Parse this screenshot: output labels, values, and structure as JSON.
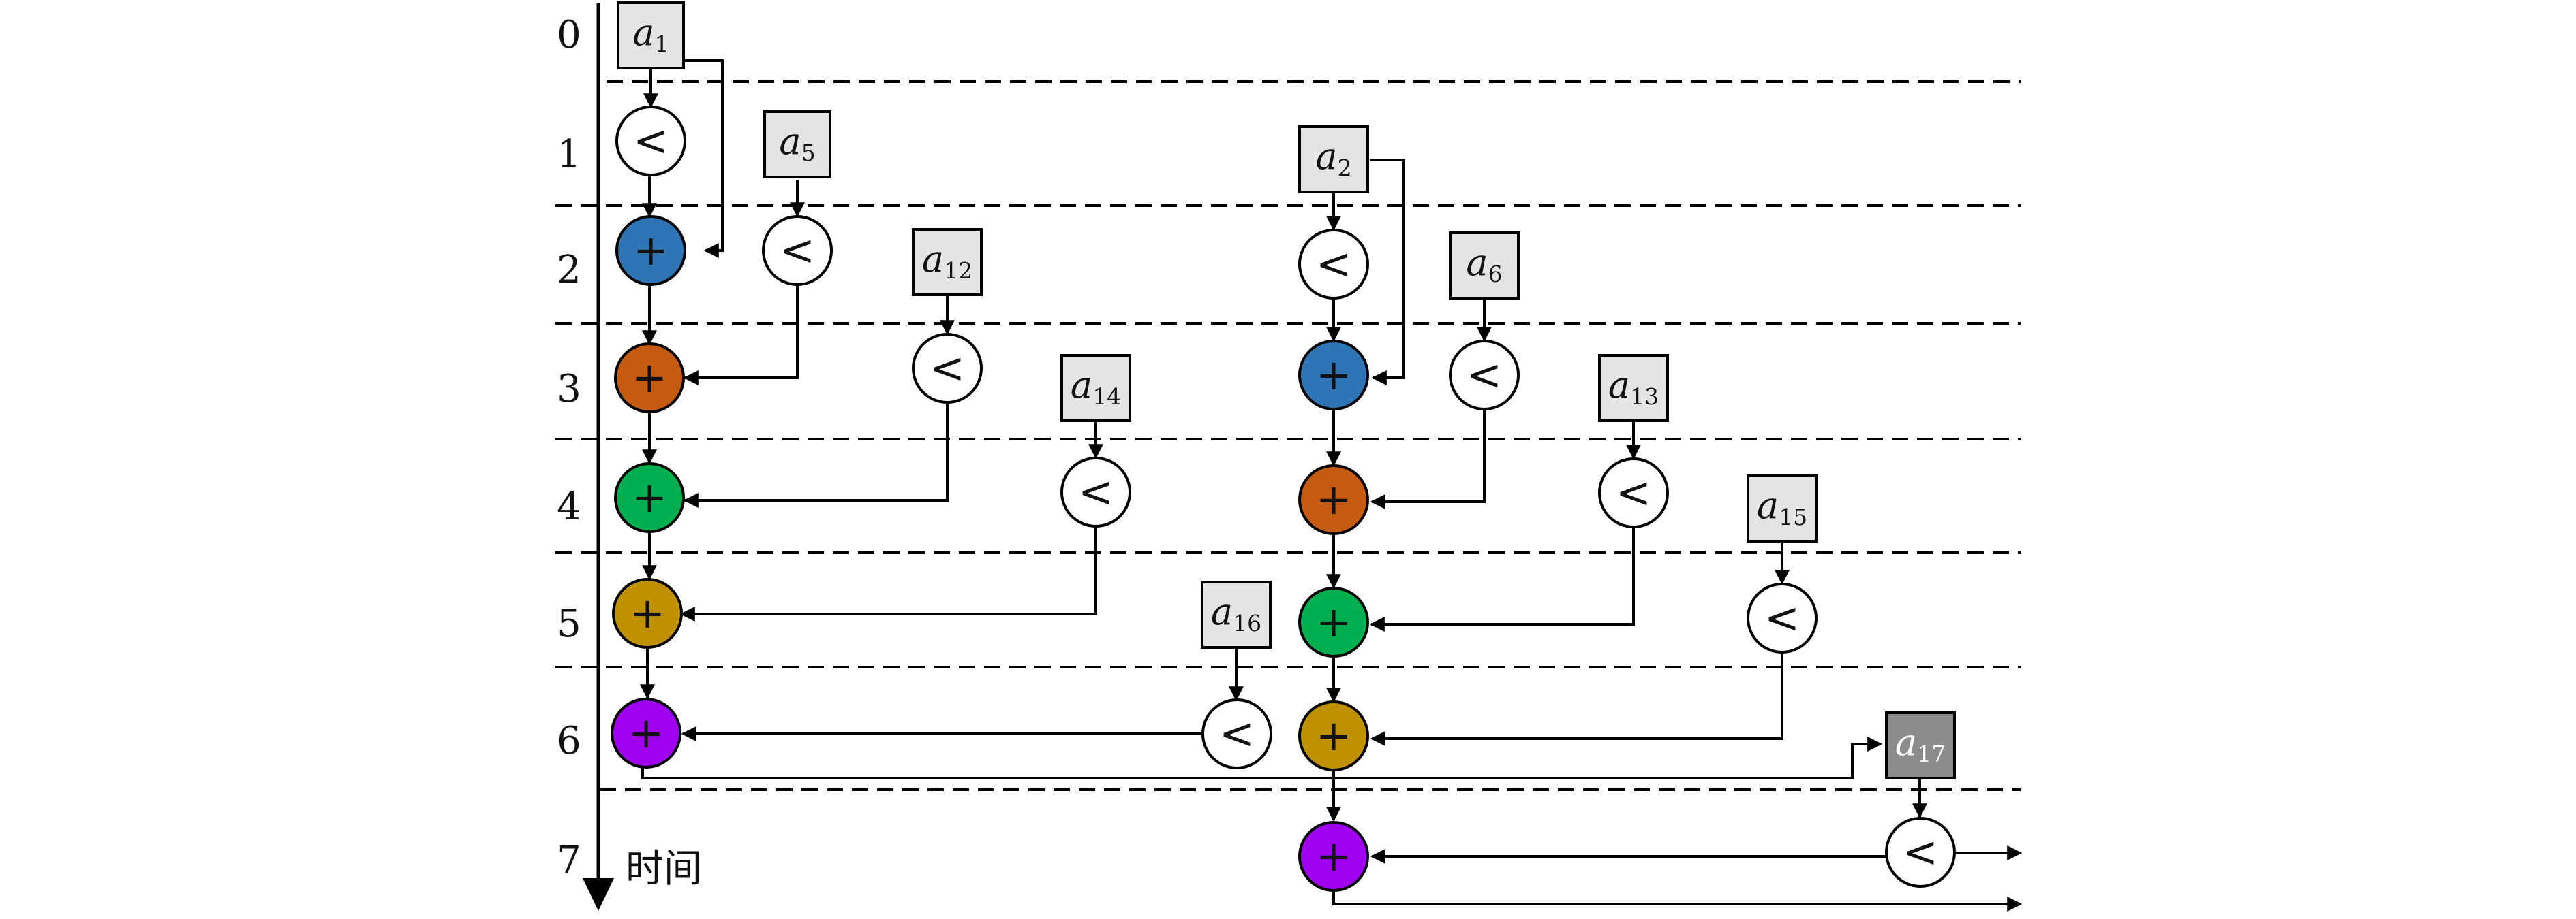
{
  "axis": {
    "step_labels": [
      "0",
      "1",
      "2",
      "3",
      "4",
      "5",
      "6",
      "7"
    ],
    "time_label": "时间"
  },
  "inputs": [
    {
      "id": "a1",
      "letter": "a",
      "index": "1"
    },
    {
      "id": "a5",
      "letter": "a",
      "index": "5"
    },
    {
      "id": "a12",
      "letter": "a",
      "index": "12"
    },
    {
      "id": "a14",
      "letter": "a",
      "index": "14"
    },
    {
      "id": "a16",
      "letter": "a",
      "index": "16"
    },
    {
      "id": "a2",
      "letter": "a",
      "index": "2"
    },
    {
      "id": "a6",
      "letter": "a",
      "index": "6"
    },
    {
      "id": "a13",
      "letter": "a",
      "index": "13"
    },
    {
      "id": "a15",
      "letter": "a",
      "index": "15"
    },
    {
      "id": "a17",
      "letter": "a",
      "index": "17",
      "highlighted": true
    }
  ],
  "symbols": {
    "compare": "<",
    "add": "+"
  },
  "colors": {
    "input_fill": "#e4e4e4",
    "input_highlight_fill": "#8c8c8c",
    "compare_fill": "#ffffff",
    "adder_step2": "#2e75b6",
    "adder_step3": "#c55a11",
    "adder_step4": "#00b050",
    "adder_step5": "#bf9000",
    "adder_step6": "#a000f0",
    "adder_step7": "#a000f0"
  }
}
